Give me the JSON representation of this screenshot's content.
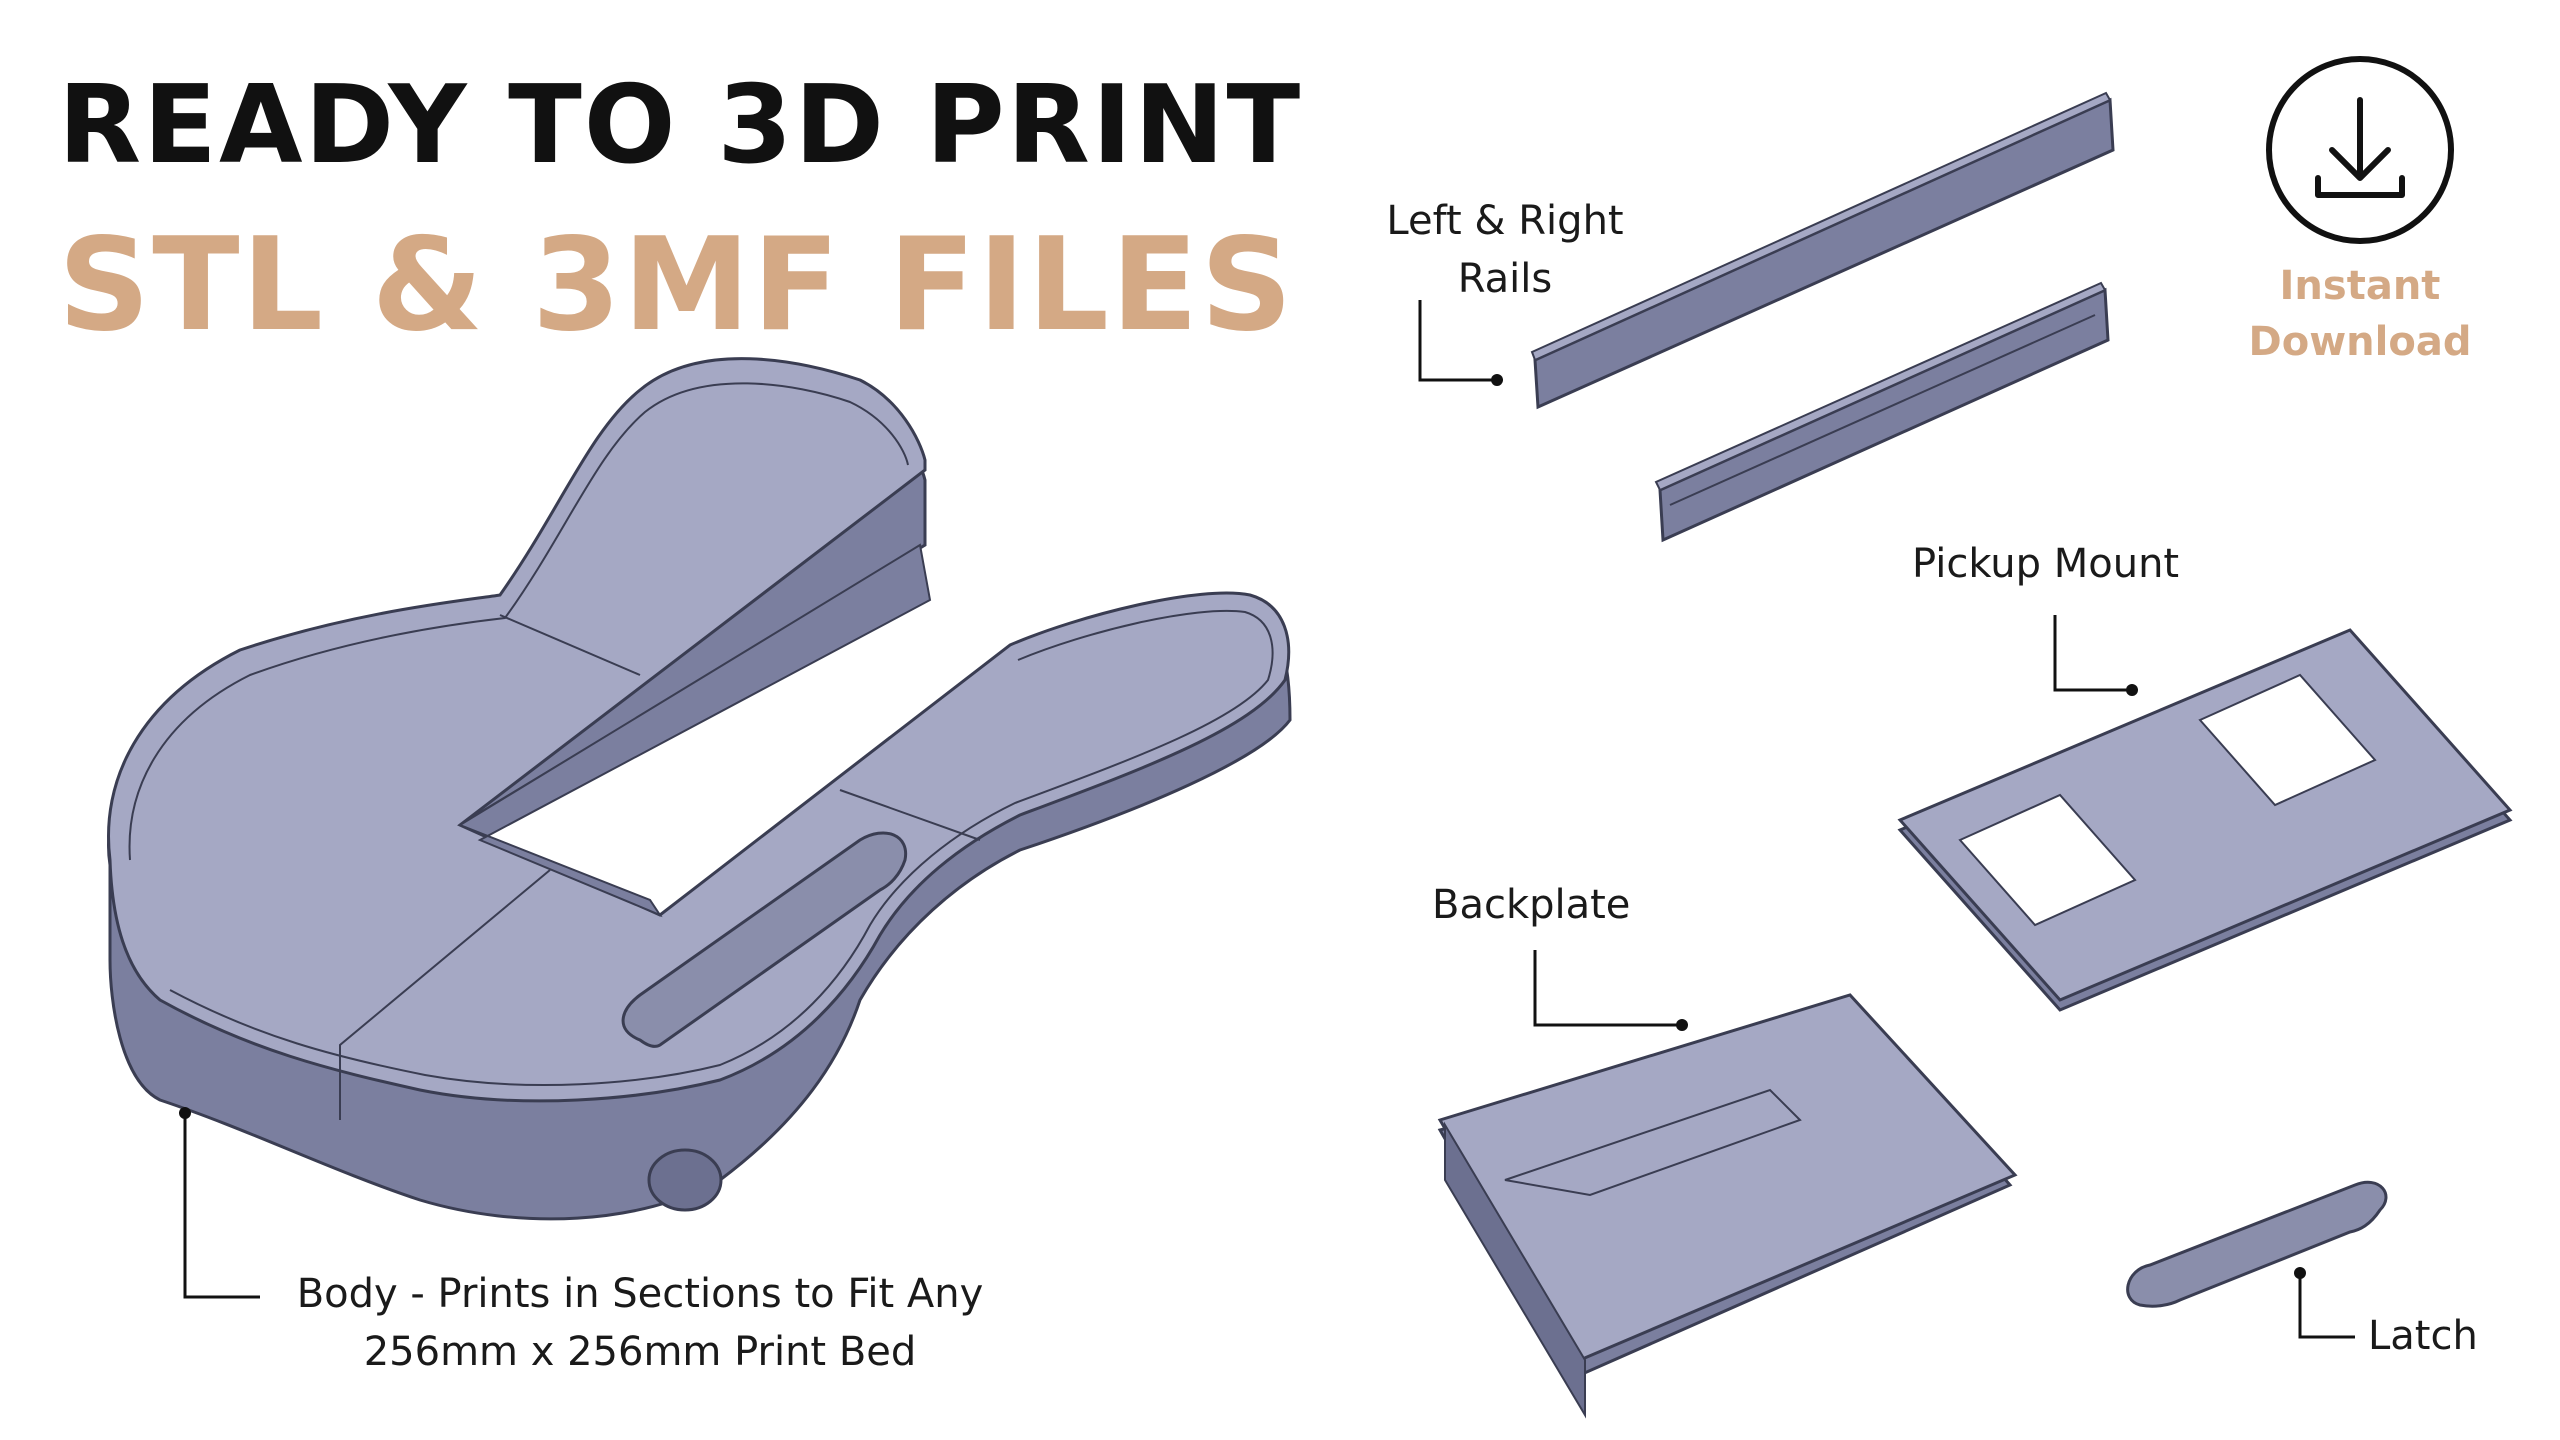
{
  "header": {
    "title": "READY TO 3D PRINT",
    "subtitle": "STL & 3MF FILES"
  },
  "download": {
    "icon": "download-icon",
    "label_line1": "Instant",
    "label_line2": "Download"
  },
  "labels": {
    "rails_line1": "Left & Right",
    "rails_line2": "Rails",
    "pickup": "Pickup Mount",
    "backplate": "Backplate",
    "body_line1": "Body - Prints in Sections to Fit Any",
    "body_line2": "256mm x 256mm Print Bed",
    "latch": "Latch"
  },
  "colors": {
    "accent": "#d4a985",
    "part_top": "#a5a8c4",
    "part_side": "#7b7f9f",
    "part_edge": "#3a3d52",
    "text": "#111111"
  }
}
